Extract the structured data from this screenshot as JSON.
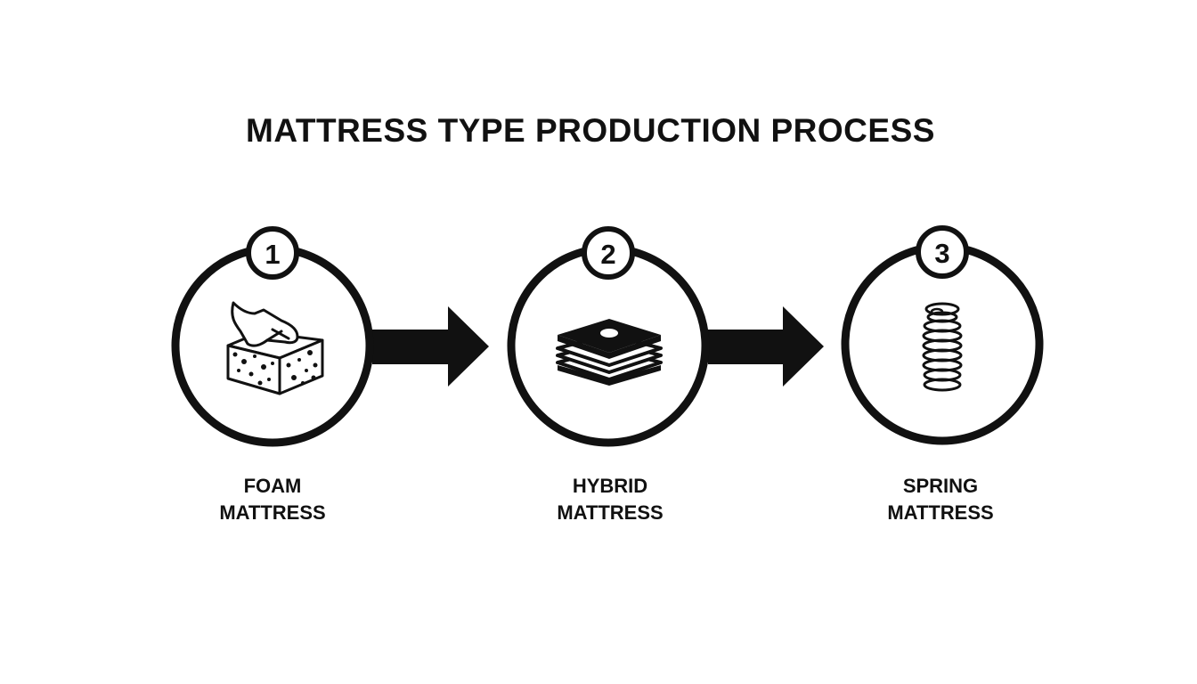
{
  "title": "MATTRESS TYPE PRODUCTION PROCESS",
  "steps": [
    {
      "number": "1",
      "line1": "FOAM",
      "line2": "MATTRESS",
      "icon": "foam-block-hand-icon"
    },
    {
      "number": "2",
      "line1": "HYBRID",
      "line2": "MATTRESS",
      "icon": "layered-stack-icon"
    },
    {
      "number": "3",
      "line1": "SPRING",
      "line2": "MATTRESS",
      "icon": "coil-spring-icon"
    }
  ],
  "colors": {
    "ink": "#111111",
    "background": "#ffffff"
  }
}
